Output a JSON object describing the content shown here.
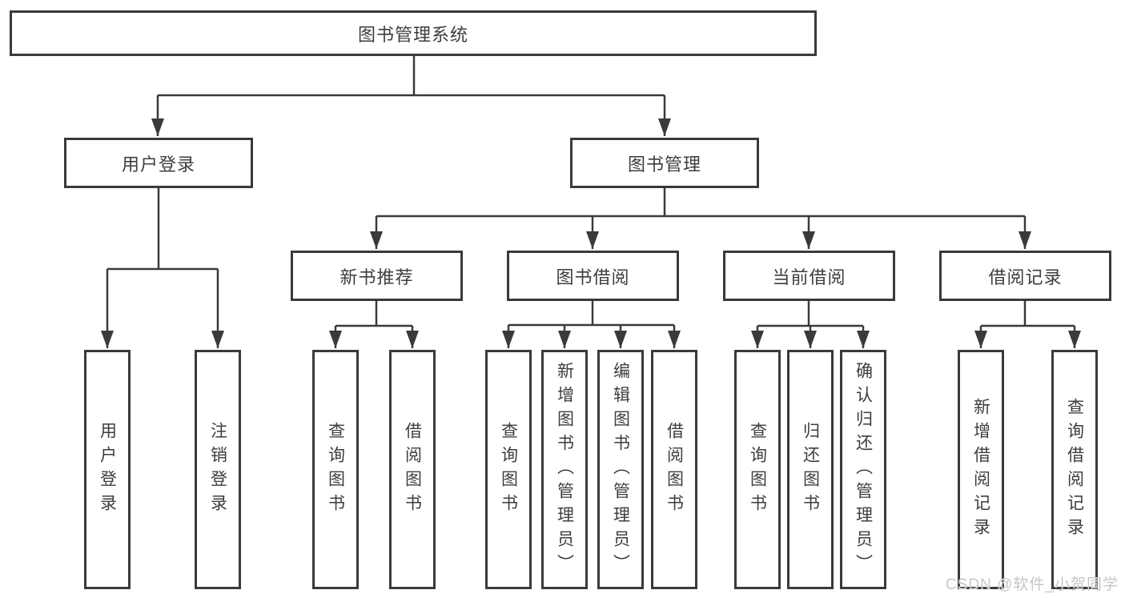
{
  "colors": {
    "line": "#3a3a3a",
    "box_border": "#3a3a3a",
    "box_fill": "#ffffff",
    "text": "#3d3d3d",
    "watermark": "#c6c6c6"
  },
  "tree": {
    "root": {
      "label": "图书管理系统"
    },
    "branches": [
      {
        "label": "用户登录",
        "children": [
          {
            "label": "用户登录"
          },
          {
            "label": "注销登录"
          }
        ]
      },
      {
        "label": "图书管理",
        "groups": [
          {
            "label": "新书推荐",
            "children": [
              {
                "label": "查询图书"
              },
              {
                "label": "借阅图书"
              }
            ]
          },
          {
            "label": "图书借阅",
            "children": [
              {
                "label": "查询图书"
              },
              {
                "label": "新增图书（管理员）"
              },
              {
                "label": "编辑图书（管理员）"
              },
              {
                "label": "借阅图书"
              }
            ]
          },
          {
            "label": "当前借阅",
            "children": [
              {
                "label": "查询图书"
              },
              {
                "label": "归还图书"
              },
              {
                "label": "确认归还（管理员）"
              }
            ]
          },
          {
            "label": "借阅记录",
            "children": [
              {
                "label": "新增借阅记录"
              },
              {
                "label": "查询借阅记录"
              }
            ]
          }
        ]
      }
    ]
  },
  "watermark": {
    "text": "CSDN @软件_小贺同学"
  }
}
